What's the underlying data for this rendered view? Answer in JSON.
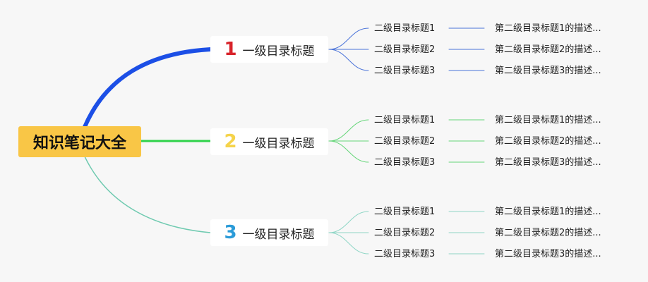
{
  "root": {
    "label": "知识笔记大全",
    "color": "#f9c646"
  },
  "branches": [
    {
      "number": "1",
      "number_color": "#d8232a",
      "line_color": "#1c4fe6",
      "sub_line_color": "#4a73d9",
      "label": "一级目录标题",
      "children": [
        {
          "label": "二级目录标题1",
          "description": "第二级目录标题1的描述..."
        },
        {
          "label": "二级目录标题2",
          "description": "第二级目录标题2的描述..."
        },
        {
          "label": "二级目录标题3",
          "description": "第二级目录标题3的描述..."
        }
      ]
    },
    {
      "number": "2",
      "number_color": "#f5d34a",
      "line_color": "#2fd24a",
      "sub_line_color": "#66d67a",
      "label": "一级目录标题",
      "children": [
        {
          "label": "二级目录标题1",
          "description": "第二级目录标题1的描述..."
        },
        {
          "label": "二级目录标题2",
          "description": "第二级目录标题2的描述..."
        },
        {
          "label": "二级目录标题3",
          "description": "第二级目录标题3的描述..."
        }
      ]
    },
    {
      "number": "3",
      "number_color": "#2b9bd8",
      "line_color": "#6fcab0",
      "sub_line_color": "#8fd6c6",
      "label": "一级目录标题",
      "children": [
        {
          "label": "二级目录标题1",
          "description": "第二级目录标题1的描述..."
        },
        {
          "label": "二级目录标题2",
          "description": "第二级目录标题2的描述..."
        },
        {
          "label": "二级目录标题3",
          "description": "第二级目录标题3的描述..."
        }
      ]
    }
  ]
}
